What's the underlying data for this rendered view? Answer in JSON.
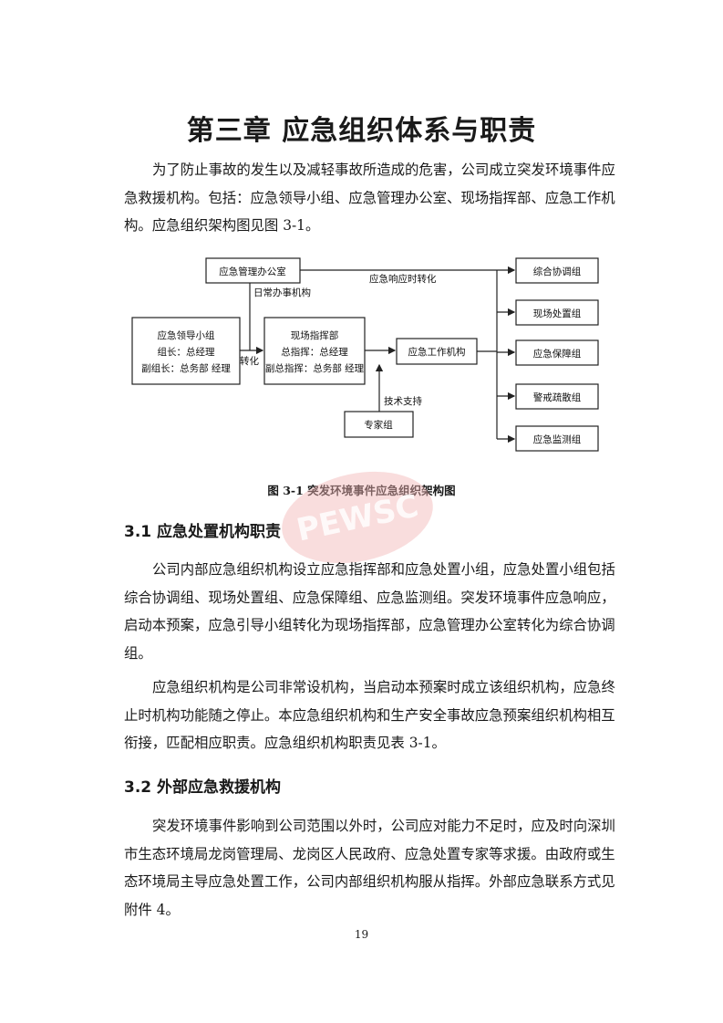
{
  "chapter_title": "第三章  应急组织体系与职责",
  "intro_lines": [
    "为了防止事故的发生以及减轻事故所造成的危害，公司成立突发环境事件应",
    "急救援机构。包括：应急领导小组、应急管理办公室、现场指挥部、应急工作机",
    "构。应急组织架构图见图 3-1。"
  ],
  "diagram": {
    "office": "应急管理办公室",
    "leading_group": {
      "title": "应急领导小组",
      "leader": "组长：总经理",
      "deputy": "副组长：总务部  经理"
    },
    "command": {
      "title": "现场指挥部",
      "chief": "总指挥：总经理",
      "deputy": "副总指挥：总务部  经理"
    },
    "work_agency": "应急工作机构",
    "expert_group": "专家组",
    "groups": [
      "综合协调组",
      "现场处置组",
      "应急保障组",
      "警戒疏散组",
      "应急监测组"
    ],
    "label_daily": "日常办事机构",
    "label_convert": "转化",
    "label_response": "应急响应时转化",
    "label_tech": "技术支持"
  },
  "figure_caption": "图 3-1 突发环境事件应急组织架构图",
  "stamp_text": "PEWSC",
  "sections": [
    {
      "heading": "3.1 应急处置机构职责",
      "paragraphs": [
        [
          "公司内部应急组织机构设立应急指挥部和应急处置小组，应急处置小组包括",
          "综合协调组、现场处置组、应急保障组、应急监测组。突发环境事件应急响应，",
          "启动本预案，应急引导小组转化为现场指挥部，应急管理办公室转化为综合协调",
          "组。"
        ],
        [
          "应急组织机构是公司非常设机构，当启动本预案时成立该组织机构，应急终",
          "止时机构功能随之停止。本应急组织机构和生产安全事故应急预案组织机构相互",
          "衔接，匹配相应职责。应急组织机构职责见表 3-1。"
        ]
      ]
    },
    {
      "heading": "3.2 外部应急救援机构",
      "paragraphs": [
        [
          "突发环境事件影响到公司范围以外时，公司应对能力不足时，应及时向深圳",
          "市生态环境局龙岗管理局、龙岗区人民政府、应急处置专家等求援。由政府或生",
          "态环境局主导应急处置工作，公司内部组织机构服从指挥。外部应急联系方式见",
          "附件 4。"
        ]
      ]
    }
  ],
  "page_number": "19"
}
